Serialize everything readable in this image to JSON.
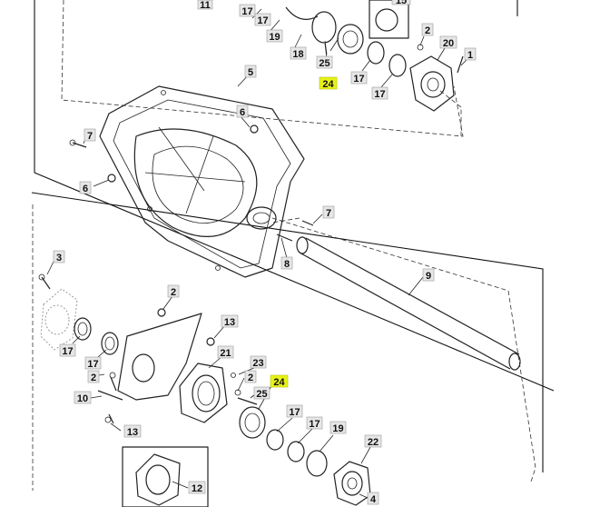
{
  "diagram": {
    "callouts": {
      "c11": "11",
      "c15": "15",
      "c17a": "17",
      "c17b": "17",
      "c19a": "19",
      "c18": "18",
      "c25a": "25",
      "c24a": "24",
      "c2a": "2",
      "c20": "20",
      "c1": "1",
      "c17c": "17",
      "c17d": "17",
      "c5": "5",
      "c6a": "6",
      "c7a": "7",
      "c6b": "6",
      "c7b": "7",
      "c8": "8",
      "c9": "9",
      "c3": "3",
      "c2b": "2",
      "c13a": "13",
      "c17e": "17",
      "c17f": "17",
      "c21": "21",
      "c23": "23",
      "c2c": "2",
      "c24b": "24",
      "c25b": "25",
      "c10": "10",
      "c17g": "17",
      "c17h": "17",
      "c19b": "19",
      "c13b": "13",
      "c22": "22",
      "c12": "12",
      "c4": "4"
    },
    "highlight_color": "#e6f21a"
  }
}
